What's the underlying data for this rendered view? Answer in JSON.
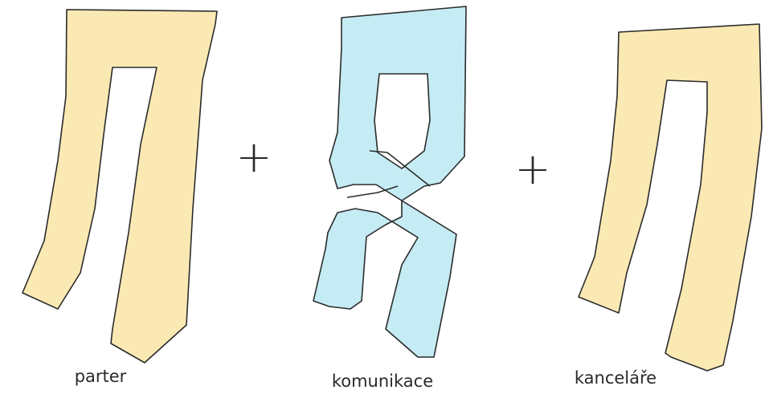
{
  "parts": [
    {
      "label": "parter",
      "fill": "#fbe9b4"
    },
    {
      "label": "komunikace",
      "fill": "#c5ecf4"
    },
    {
      "label": "kanceláře",
      "fill": "#fbe9b4"
    }
  ],
  "operators": [
    "+",
    "+"
  ],
  "stroke_color": "#2b2b2b"
}
